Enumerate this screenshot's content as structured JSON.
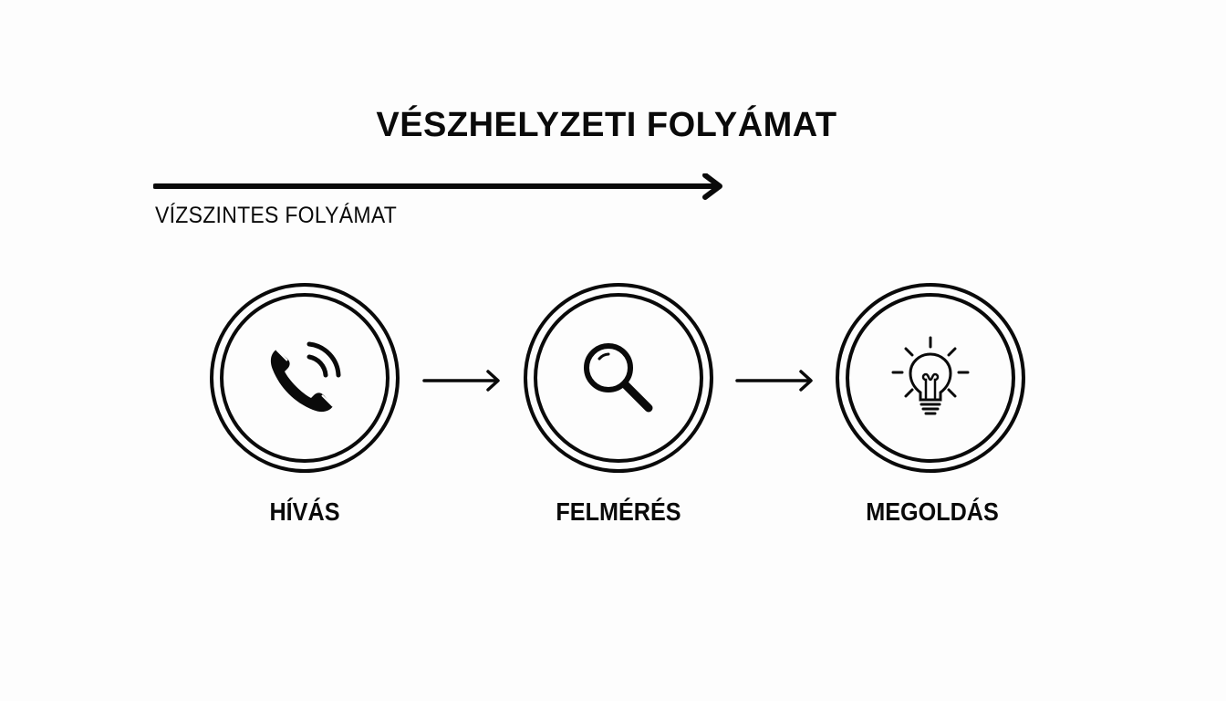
{
  "diagram": {
    "title": "VÉSZHELYZETI FOLYÁMAT",
    "subtitle": "VÍZSZINTES FOLYÁMAT",
    "flow_direction": "left-to-right",
    "steps": [
      {
        "label": "HÍVÁS",
        "icon": "phone-icon"
      },
      {
        "label": "FELMÉRÉS",
        "icon": "magnifier-icon"
      },
      {
        "label": "MEGOLDÁS",
        "icon": "lightbulb-icon"
      }
    ],
    "connectors": [
      "arrow-right",
      "arrow-right"
    ]
  },
  "colors": {
    "background": "#fdfdfd",
    "stroke": "#0a0a0a"
  }
}
